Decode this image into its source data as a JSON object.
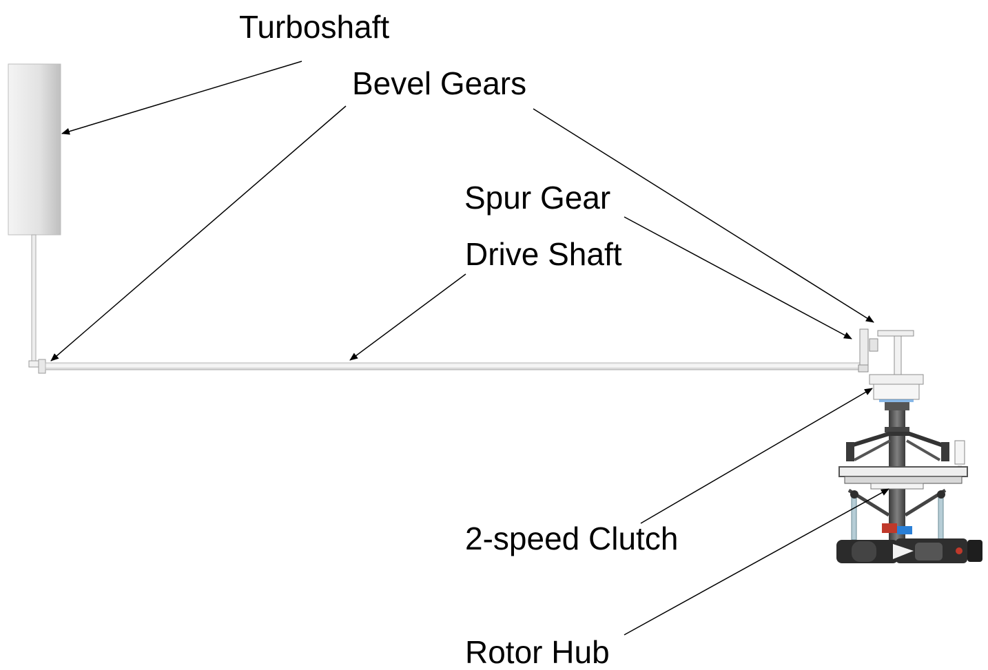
{
  "labels": {
    "turboshaft": "Turboshaft",
    "bevel_gears": "Bevel Gears",
    "spur_gear": "Spur Gear",
    "drive_shaft": "Drive Shaft",
    "clutch": "2-speed Clutch",
    "rotor_hub": "Rotor Hub"
  },
  "colors": {
    "leader_line": "#000000",
    "component_fill": "#e6e6e6",
    "component_stroke": "#9a9a9a",
    "dark_part": "#2b2b2b",
    "accent_blue": "#2a7fd6",
    "accent_red": "#c0392b"
  }
}
